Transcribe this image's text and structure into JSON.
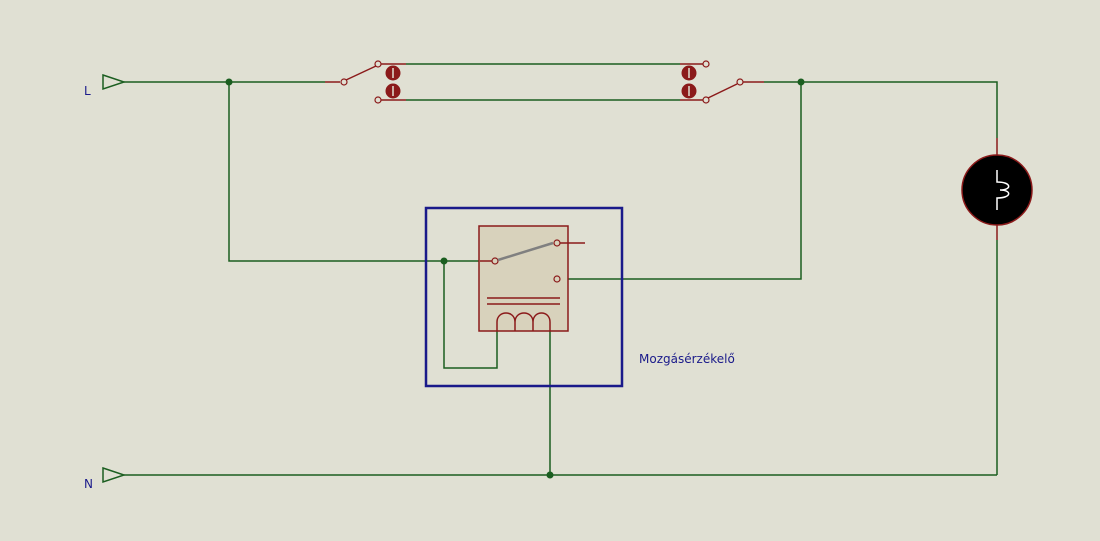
{
  "colors": {
    "background": "#e0e0d3",
    "wire": "#1b5e20",
    "terminal": "#1b5e20",
    "component": "#8b1a1a",
    "component_fill": "#d8d2bc",
    "lamp_fill": "#000000",
    "sensor_box": "#1a1a8a",
    "label": "#1a1a8a",
    "relay_arm": "#808080"
  },
  "terminals": {
    "live_label": "L",
    "neutral_label": "N"
  },
  "motion_sensor": {
    "label": "Mozgásérzékelő"
  },
  "components": {
    "switch_left_icon": "changeover-switch-icon",
    "switch_right_icon": "changeover-switch-icon",
    "lamp_icon": "lamp-icon",
    "relay_icon": "relay-icon"
  }
}
